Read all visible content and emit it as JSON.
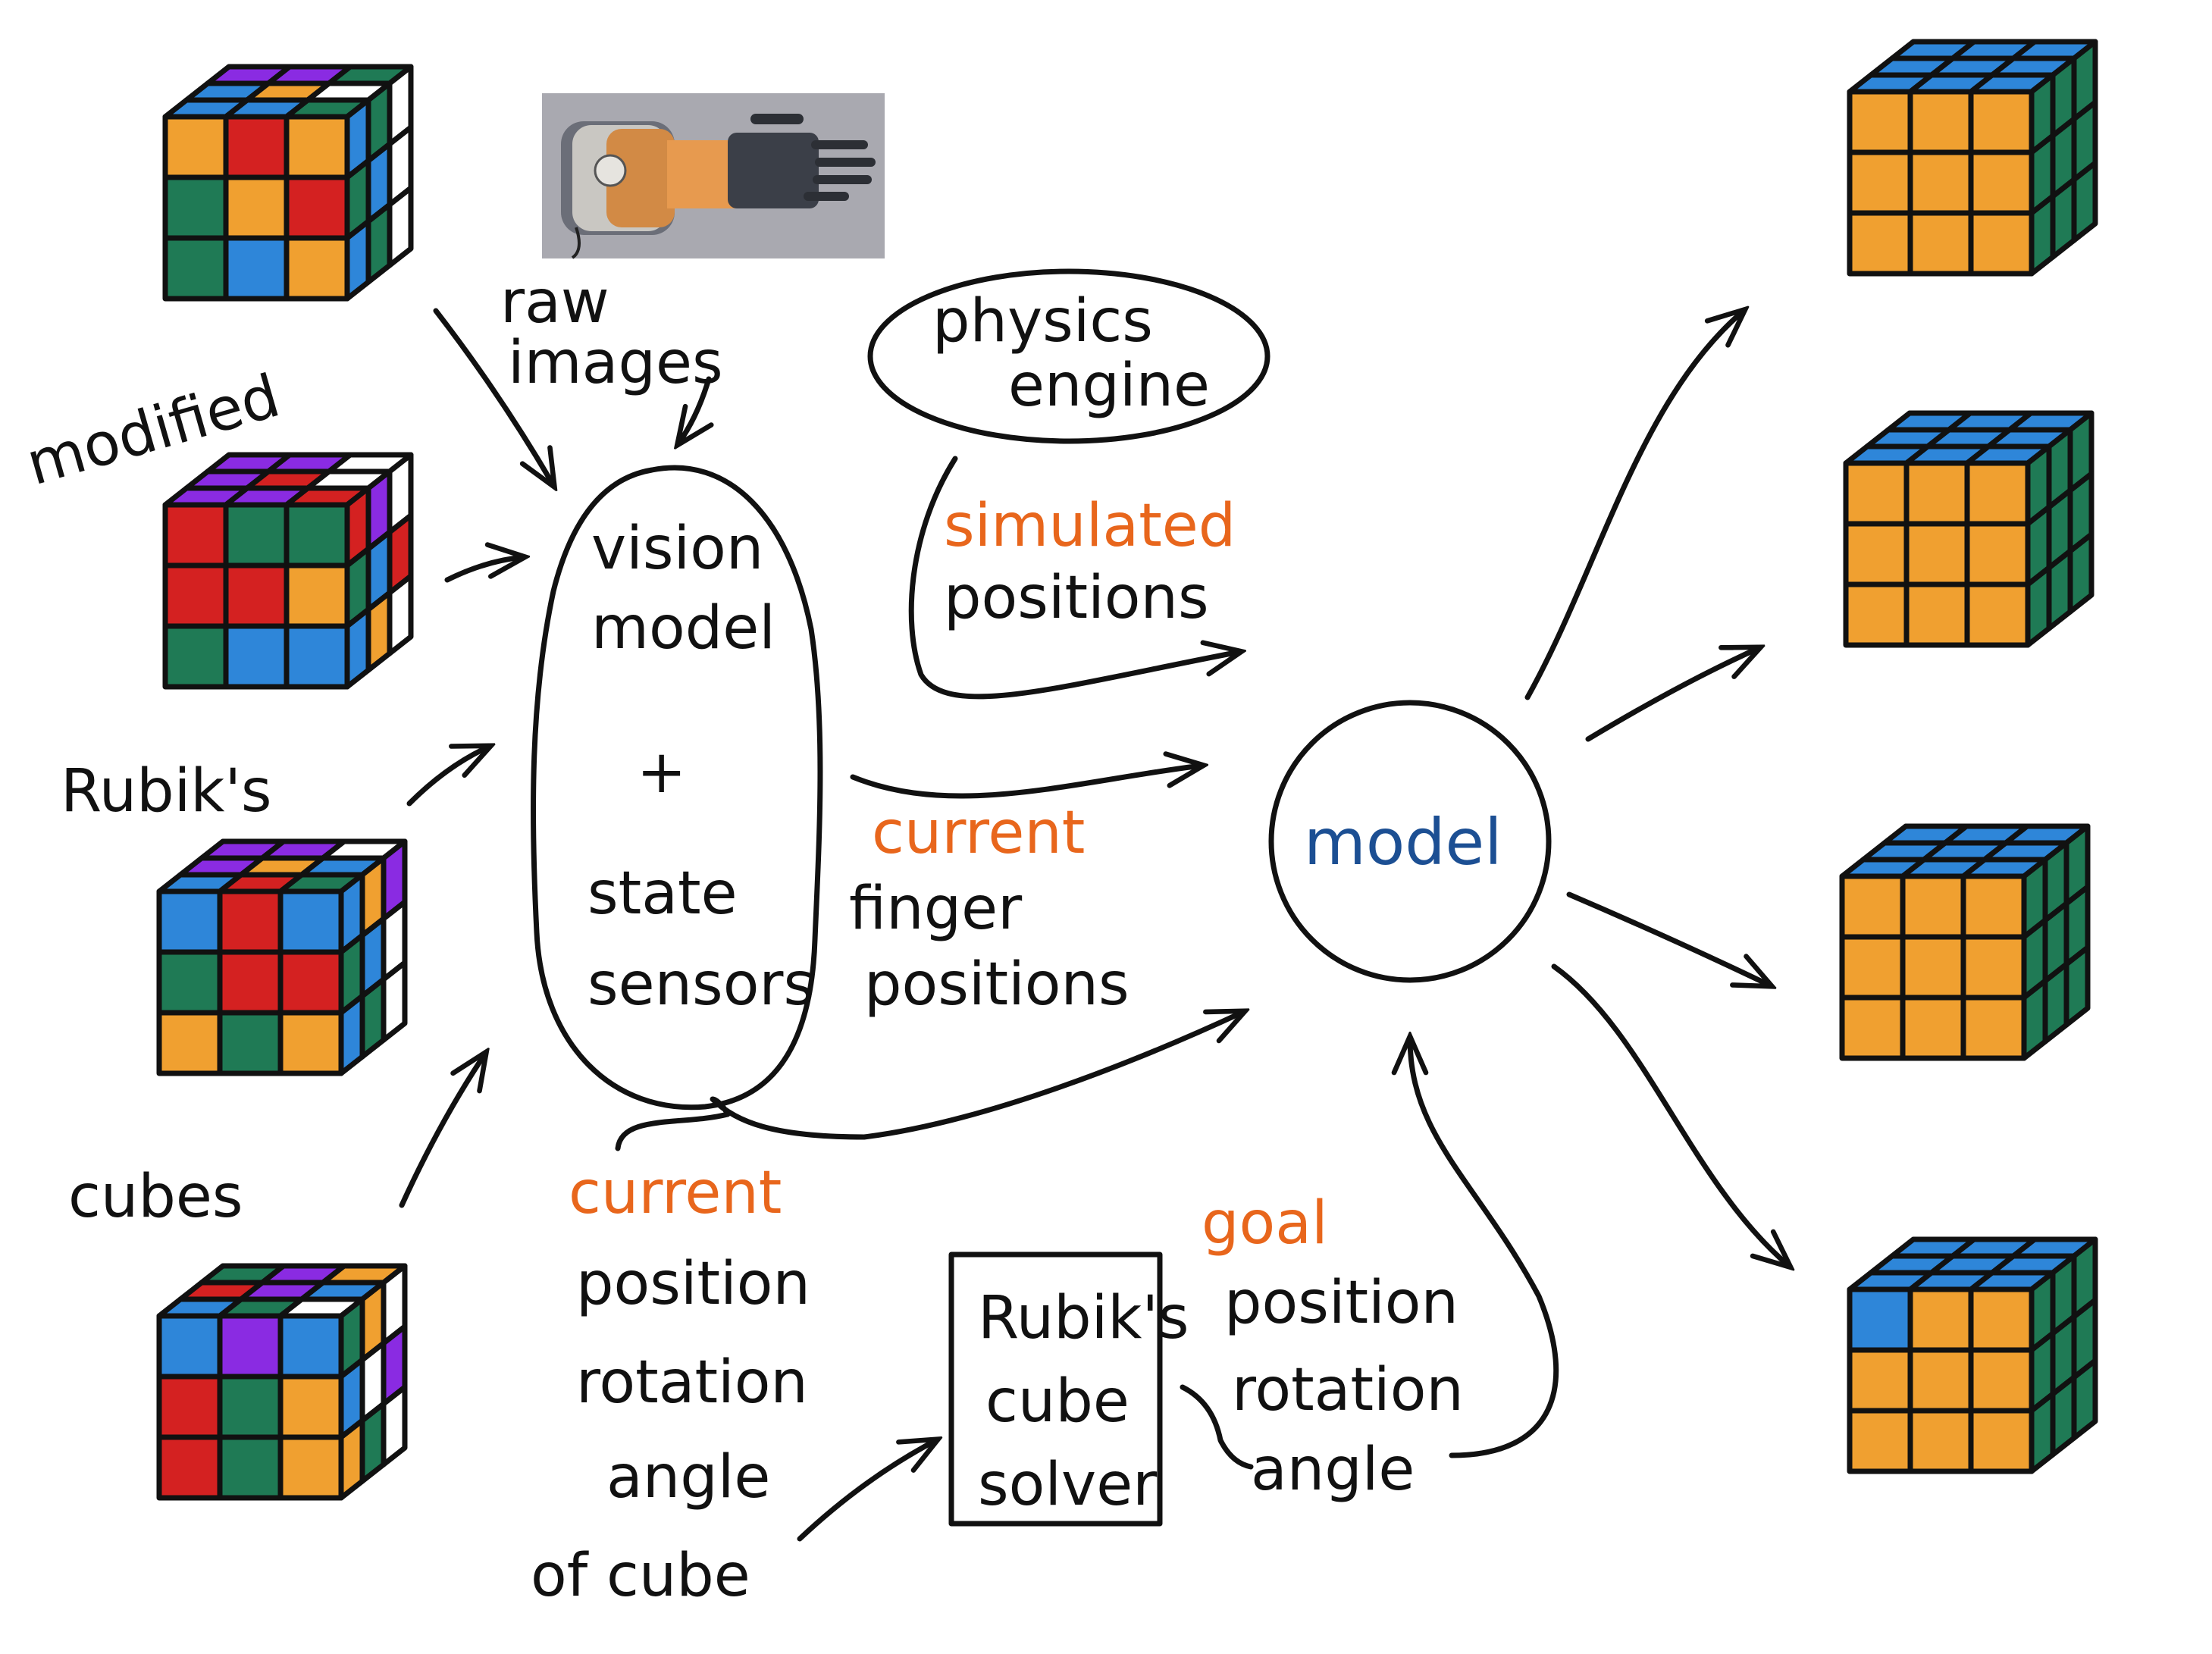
{
  "colors": {
    "ink": "#111111",
    "orange_label": "#e8661c",
    "model_blue": "#1c4f93",
    "cube_blue": "#2e86d9",
    "cube_orange": "#f0a030",
    "cube_green": "#1f7a55",
    "cube_red": "#d42121",
    "cube_purple": "#8a2be2",
    "cube_white": "#ffffff"
  },
  "left_labels": {
    "line1": "modified",
    "line2": "Rubik's",
    "line3": "cubes"
  },
  "raw_images": {
    "line1": "raw",
    "line2": "images"
  },
  "vision": {
    "line1": "vision",
    "line2": "model",
    "plus": "+",
    "line3": "state",
    "line4": "sensors"
  },
  "physics": {
    "line1": "physics",
    "line2": "engine"
  },
  "simulated": {
    "highlight": "simulated",
    "line2": "positions"
  },
  "finger": {
    "highlight": "current",
    "line2": "finger",
    "line3": "positions"
  },
  "model": {
    "label": "model"
  },
  "current_cube": {
    "highlight": "current",
    "line2": "position",
    "line3": "rotation",
    "line4": "angle",
    "line5": "of  cube"
  },
  "solver": {
    "line1": "Rubik's",
    "line2": "cube",
    "line3": "solver"
  },
  "goal": {
    "highlight": "goal",
    "line2": "position",
    "line3": "rotation",
    "line4": "angle"
  }
}
